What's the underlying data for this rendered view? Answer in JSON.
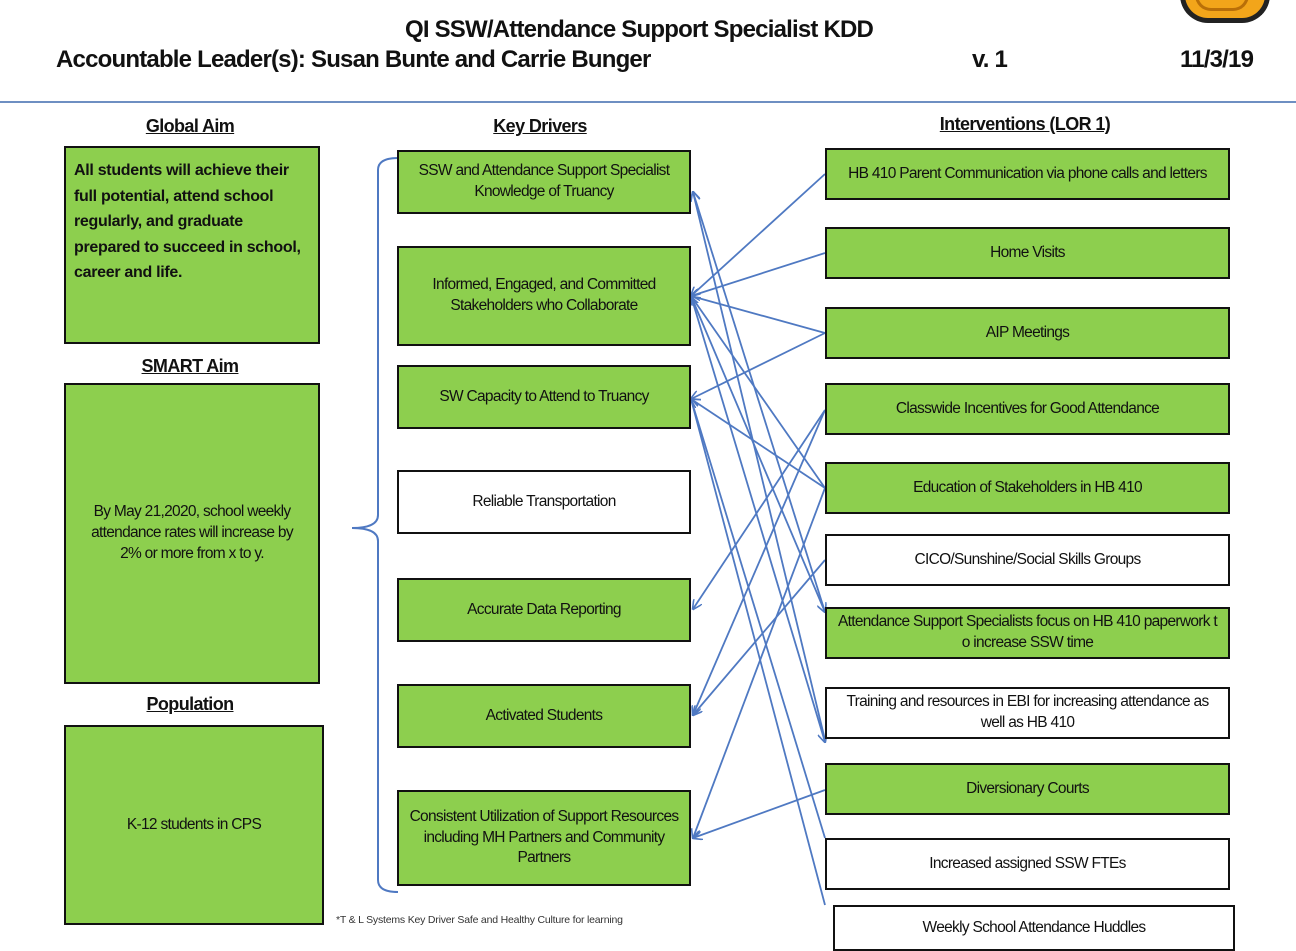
{
  "header": {
    "title": "QI SSW/Attendance Support Specialist KDD",
    "leaders": "Accountable Leader(s): Susan Bunte and Carrie Bunger",
    "version": "v. 1",
    "date": "11/3/19"
  },
  "sections": {
    "global_aim": "Global Aim",
    "smart_aim": "SMART Aim",
    "population": "Population",
    "key_drivers": "Key Drivers",
    "interventions": "Interventions (LOR 1)"
  },
  "global_aim_text": "All students will achieve their full potential, attend school regularly, and graduate prepared to succeed in school, career and life.",
  "smart_aim_text": "By May 21,2020, school weekly attendance rates will increase by 2% or more from x to y.",
  "population_text": "K-12 students in CPS",
  "key_drivers": [
    {
      "label": "SSW and Attendance Support Specialist Knowledge of Truancy",
      "fill": "green"
    },
    {
      "label": "Informed, Engaged, and Committed Stakeholders who Collaborate",
      "fill": "green"
    },
    {
      "label": "SW Capacity to Attend to Truancy",
      "fill": "green"
    },
    {
      "label": "Reliable Transportation",
      "fill": "white"
    },
    {
      "label": "Accurate Data Reporting",
      "fill": "green"
    },
    {
      "label": "Activated Students",
      "fill": "green"
    },
    {
      "label": "Consistent Utilization of Support Resources including MH Partners and Community Partners",
      "fill": "green"
    }
  ],
  "interventions": [
    {
      "label": "HB 410 Parent Communication via phone calls and letters",
      "fill": "green"
    },
    {
      "label": "Home Visits",
      "fill": "green"
    },
    {
      "label": "AIP Meetings",
      "fill": "green"
    },
    {
      "label": "Classwide Incentives for Good Attendance",
      "fill": "green"
    },
    {
      "label": "Education of Stakeholders in HB 410",
      "fill": "green"
    },
    {
      "label": "CICO/Sunshine/Social Skills Groups",
      "fill": "white"
    },
    {
      "label": "Attendance Support Specialists focus on HB 410 paperwork t o increase SSW time",
      "fill": "green"
    },
    {
      "label": "Training and resources in EBI for increasing attendance  as well as HB 410",
      "fill": "white"
    },
    {
      "label": "Diversionary Courts",
      "fill": "green"
    },
    {
      "label": "Increased assigned SSW FTEs",
      "fill": "white"
    },
    {
      "label": "Weekly School Attendance Huddles",
      "fill": "white"
    }
  ],
  "footnote": "*T & L Systems Key Driver Safe and Healthy Culture for learning",
  "colors": {
    "green": "#8dcf4e",
    "arrow": "#4f79c2",
    "rule": "#6e8fc2"
  }
}
